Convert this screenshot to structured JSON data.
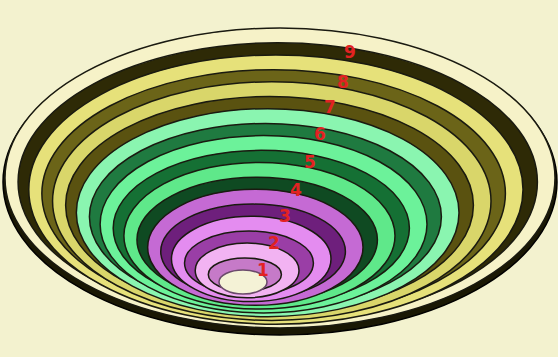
{
  "diagram": {
    "labels": [
      "9",
      "8",
      "7",
      "6",
      "5",
      "4",
      "3",
      "2",
      "1"
    ]
  }
}
